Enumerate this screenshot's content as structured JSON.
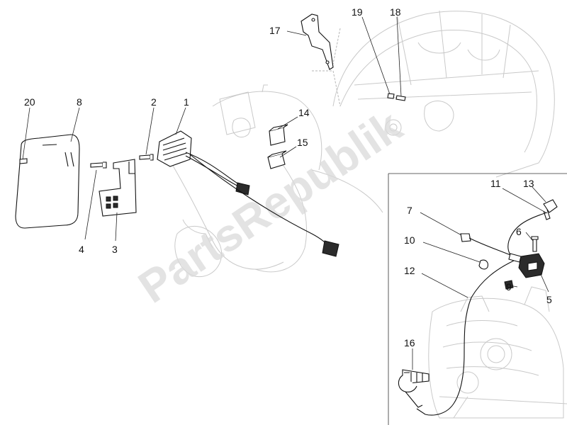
{
  "watermark": "PartsRepublik",
  "callouts": [
    {
      "id": "c1",
      "label": "1"
    },
    {
      "id": "c2",
      "label": "2"
    },
    {
      "id": "c3",
      "label": "3"
    },
    {
      "id": "c4",
      "label": "4"
    },
    {
      "id": "c5",
      "label": "5"
    },
    {
      "id": "c6",
      "label": "6"
    },
    {
      "id": "c7",
      "label": "7"
    },
    {
      "id": "c8",
      "label": "8"
    },
    {
      "id": "c9",
      "label": "9"
    },
    {
      "id": "c10",
      "label": "10"
    },
    {
      "id": "c11",
      "label": "11"
    },
    {
      "id": "c12",
      "label": "12"
    },
    {
      "id": "c13",
      "label": "13"
    },
    {
      "id": "c14",
      "label": "14"
    },
    {
      "id": "c15",
      "label": "15"
    },
    {
      "id": "c16",
      "label": "16"
    },
    {
      "id": "c17",
      "label": "17"
    },
    {
      "id": "c18",
      "label": "18"
    },
    {
      "id": "c19",
      "label": "19"
    },
    {
      "id": "c20",
      "label": "20"
    }
  ]
}
